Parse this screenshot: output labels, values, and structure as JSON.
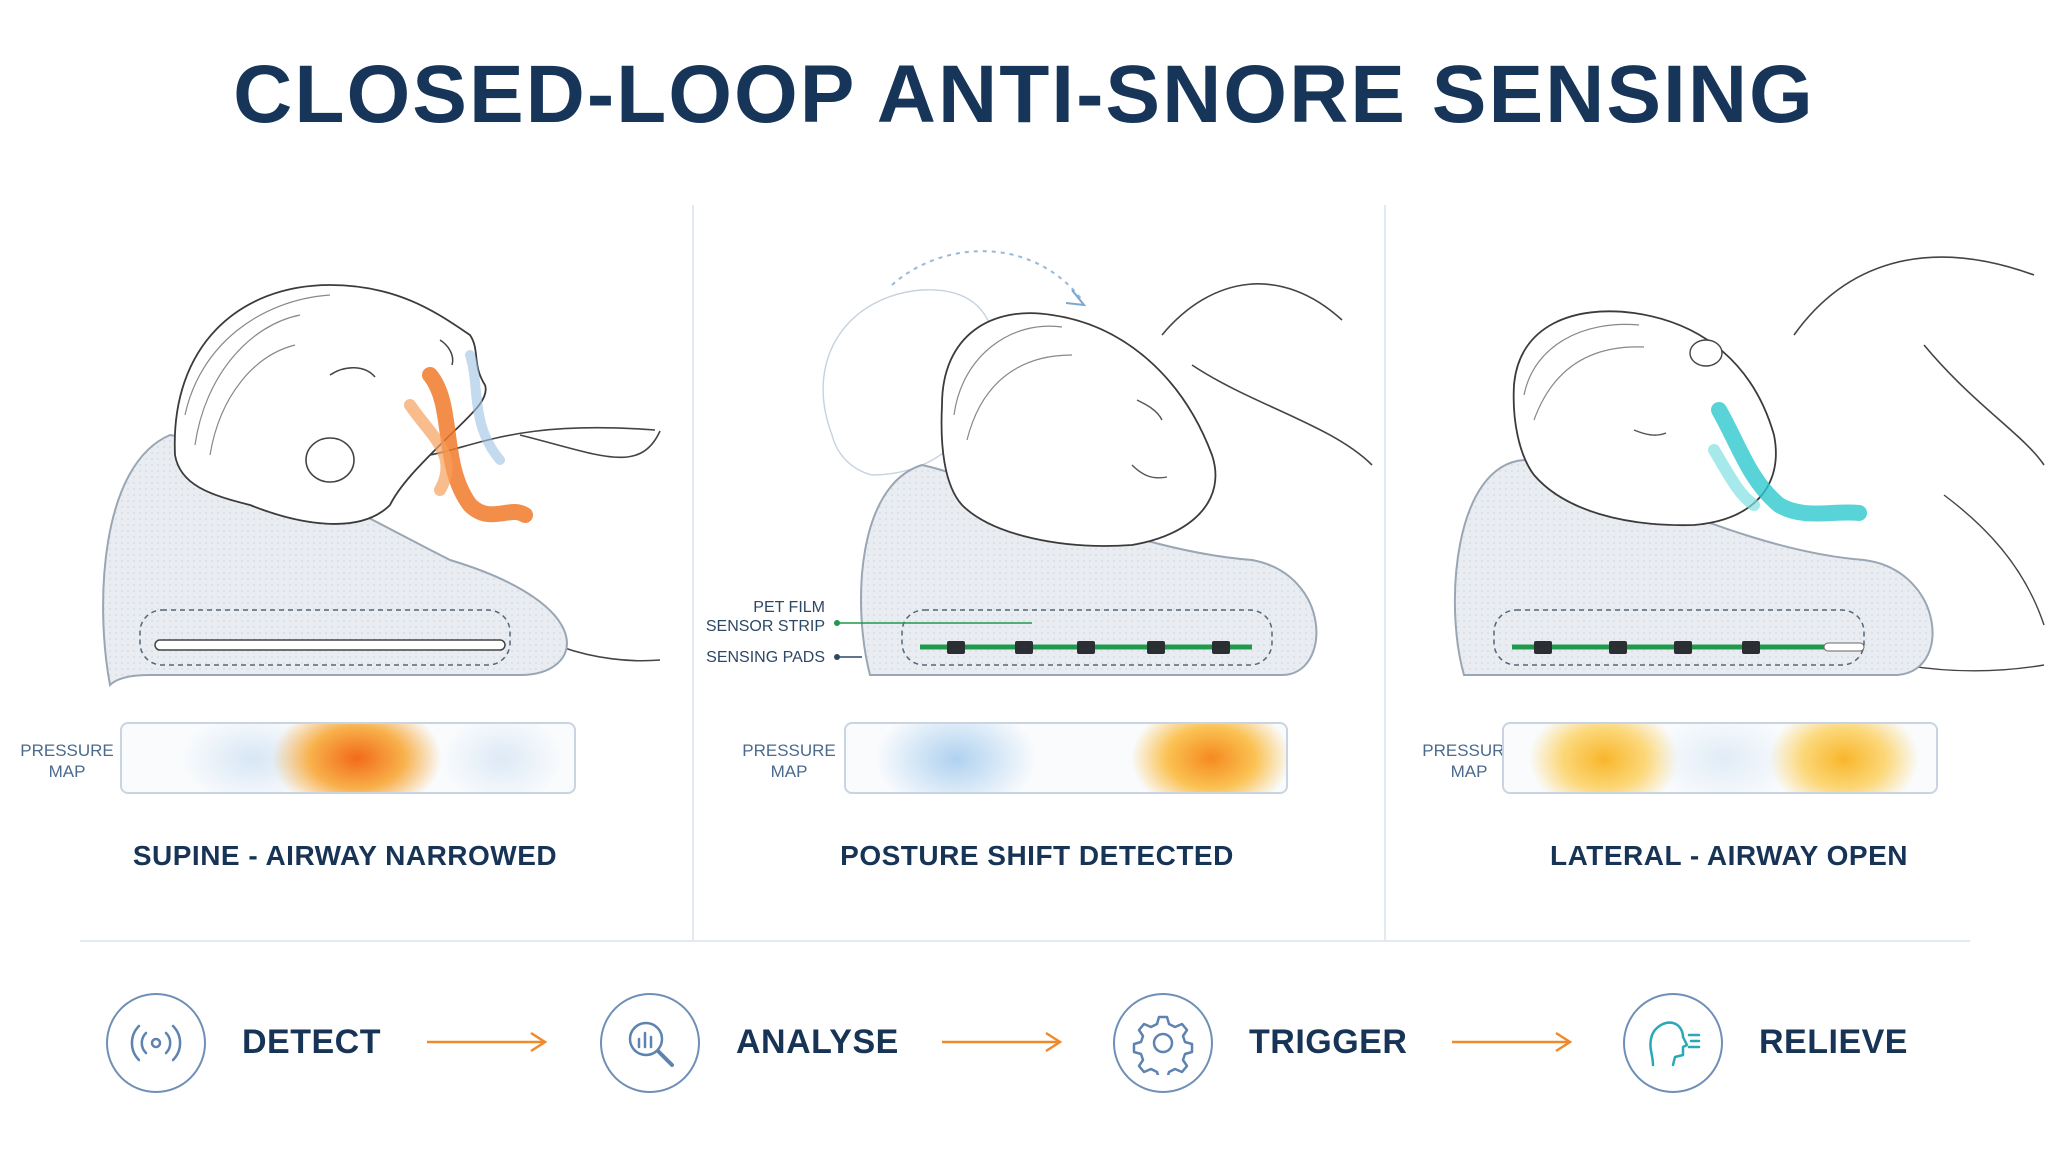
{
  "title": "CLOSED-LOOP ANTI-SNORE SENSING",
  "panels": [
    {
      "pressure_label": "PRESSURE MAP",
      "caption": "SUPINE - AIRWAY NARROWED",
      "airway_color": "#f07a2a",
      "pressure_hotspots": [
        {
          "position_pct": 52,
          "intensity": "high",
          "color": "#f26a1b"
        }
      ]
    },
    {
      "pressure_label": "PRESSURE MAP",
      "caption": "POSTURE SHIFT DETECTED",
      "callouts": {
        "strip": "PET FILM SENSOR STRIP",
        "pads": "SENSING PADS"
      },
      "pressure_hotspots": [
        {
          "position_pct": 24,
          "intensity": "low",
          "color": "#9cc7ec"
        },
        {
          "position_pct": 82,
          "intensity": "high",
          "color": "#f58a1f"
        }
      ]
    },
    {
      "pressure_label": "PRESSURE MAP",
      "caption": "LATERAL - AIRWAY OPEN",
      "airway_color": "#2ec9cf",
      "pressure_hotspots": [
        {
          "position_pct": 23,
          "intensity": "medium",
          "color": "#f8b62b"
        },
        {
          "position_pct": 79,
          "intensity": "medium",
          "color": "#f8b62b"
        }
      ]
    }
  ],
  "steps": [
    {
      "label": "DETECT",
      "icon": "signal-waves-icon"
    },
    {
      "label": "ANALYSE",
      "icon": "chart-magnifier-icon"
    },
    {
      "label": "TRIGGER",
      "icon": "gear-icon"
    },
    {
      "label": "RELIEVE",
      "icon": "head-breath-icon"
    }
  ],
  "colors": {
    "title": "#163559",
    "arrow": "#f0892a",
    "sensor_strip": "#1f9a4a",
    "icon_stroke": "#5d83b1"
  }
}
